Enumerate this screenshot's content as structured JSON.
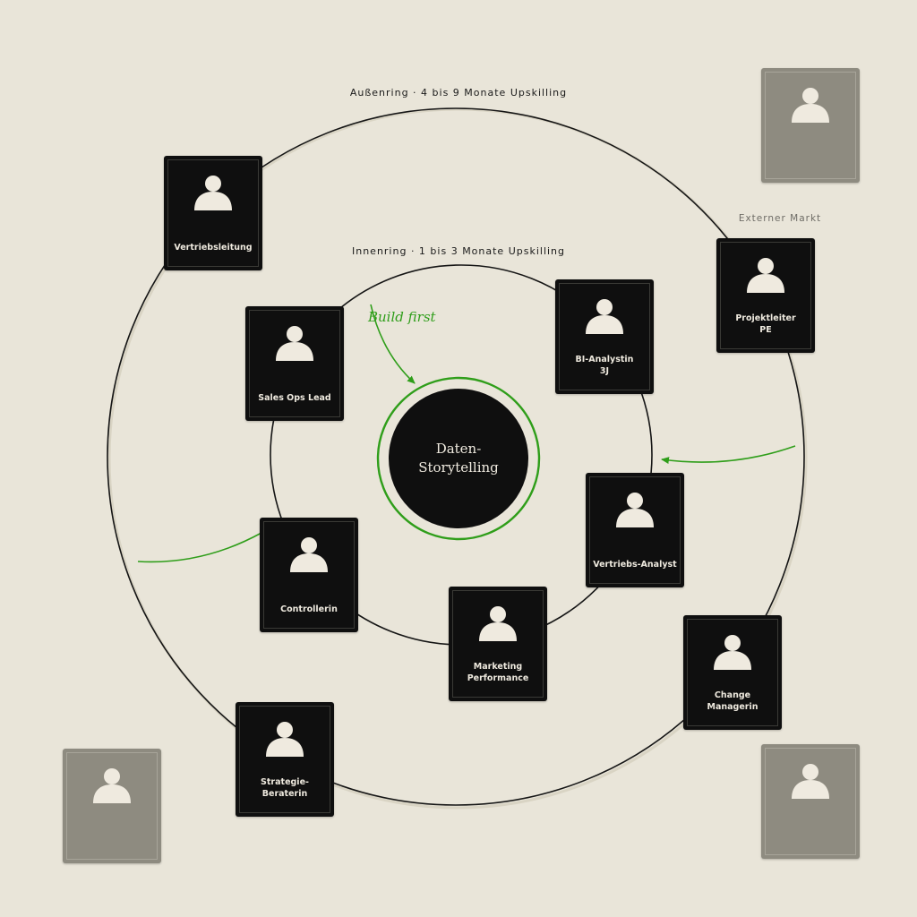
{
  "diagram": {
    "outer_ring_label": "Außenring · 4 bis 9 Monate Upskilling",
    "inner_ring_label": "Innenring · 1 bis 3 Monate Upskilling",
    "external_label": "Externer Markt",
    "annotation": "Build first",
    "center": {
      "line1": "Daten-",
      "line2": "Storytelling"
    },
    "colors": {
      "background": "#e9e5d9",
      "card": "#0f0f0f",
      "ghost_card": "#8e8b80",
      "accent_green": "#2f9e1a",
      "card_text": "#efeadf"
    },
    "cards": [
      {
        "id": "vertriebsleitung",
        "ring": "outer",
        "line1": "Vertriebsleitung",
        "line2": ""
      },
      {
        "id": "sales-ops-lead",
        "ring": "inner",
        "line1": "Sales Ops Lead",
        "line2": ""
      },
      {
        "id": "bi-analystin",
        "ring": "inner",
        "line1": "BI-Analystin",
        "line2": "3J"
      },
      {
        "id": "projektleiter",
        "ring": "external",
        "line1": "Projektleiter",
        "line2": "PE"
      },
      {
        "id": "vertriebs-analyst",
        "ring": "inner",
        "line1": "Vertriebs-Analyst",
        "line2": ""
      },
      {
        "id": "controllerin",
        "ring": "inner",
        "line1": "Controllerin",
        "line2": ""
      },
      {
        "id": "marketing-performance",
        "ring": "inner",
        "line1": "Marketing",
        "line2": "Performance"
      },
      {
        "id": "change-managerin",
        "ring": "outer",
        "line1": "Change",
        "line2": "Managerin"
      },
      {
        "id": "strategie-beraterin",
        "ring": "outer",
        "line1": "Strategie-Beraterin",
        "line2": ""
      }
    ],
    "placeholder_count": 3
  }
}
